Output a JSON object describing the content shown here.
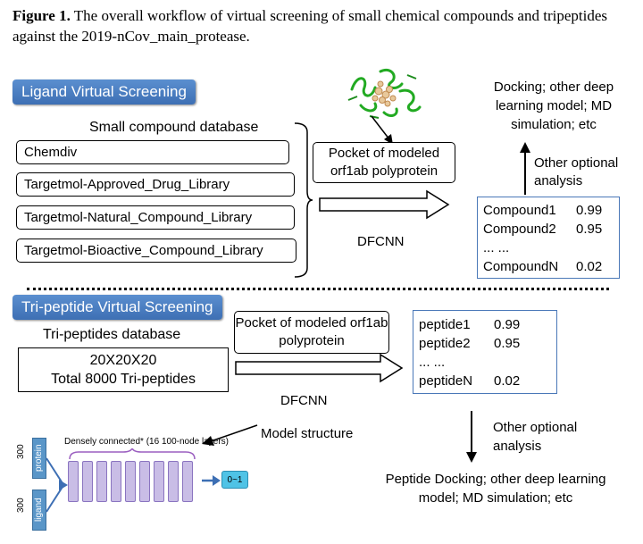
{
  "caption": {
    "label": "Figure 1.",
    "text": " The overall workflow of virtual screening of small chemical compounds and tripeptides against the 2019-nCov_main_protease."
  },
  "ligand": {
    "title": "Ligand Virtual Screening",
    "db_title": "Small compound database",
    "databases": [
      "Chemdiv",
      "Targetmol-Approved_Drug_Library",
      "Targetmol-Natural_Compound_Library",
      "Targetmol-Bioactive_Compound_Library"
    ],
    "pocket": "Pocket of modeled orf1ab polyprotein",
    "method": "DFCNN",
    "results": [
      {
        "name": "Compound1",
        "score": "0.99"
      },
      {
        "name": "Compound2",
        "score": "0.95"
      },
      {
        "name": "... ...",
        "score": ""
      },
      {
        "name": "CompoundN",
        "score": "0.02"
      }
    ],
    "optional": "Other optional analysis",
    "docking": "Docking; other deep learning model; MD simulation; etc"
  },
  "tripeptide": {
    "title": "Tri-peptide Virtual Screening",
    "db_title": "Tri-peptides database",
    "db_line1": "20X20X20",
    "db_line2": "Total 8000 Tri-peptides",
    "pocket": "Pocket of modeled orf1ab polyprotein",
    "method": "DFCNN",
    "results": [
      {
        "name": "peptide1",
        "score": "0.99"
      },
      {
        "name": "peptide2",
        "score": "0.95"
      },
      {
        "name": "... ...",
        "score": ""
      },
      {
        "name": "peptideN",
        "score": "0.02"
      }
    ],
    "optional": "Other optional analysis",
    "docking": "Peptide Docking; other deep learning model; MD simulation; etc",
    "model_structure": "Model structure"
  },
  "network": {
    "dense_label": "Densely connected* (16 100-node layers)",
    "input_protein_dim": "300",
    "input_protein_label": "protein",
    "input_ligand_dim": "300",
    "input_ligand_label": "ligand",
    "output_label": "0~1",
    "layer_count": 9
  },
  "colors": {
    "label_blue": "#3d6fb4",
    "box_blue": "#4a78b8",
    "layer_fill": "#c9bde6",
    "input_fill": "#5a96c8",
    "output_fill": "#4fc3e6",
    "protein_green": "#22aa22"
  }
}
